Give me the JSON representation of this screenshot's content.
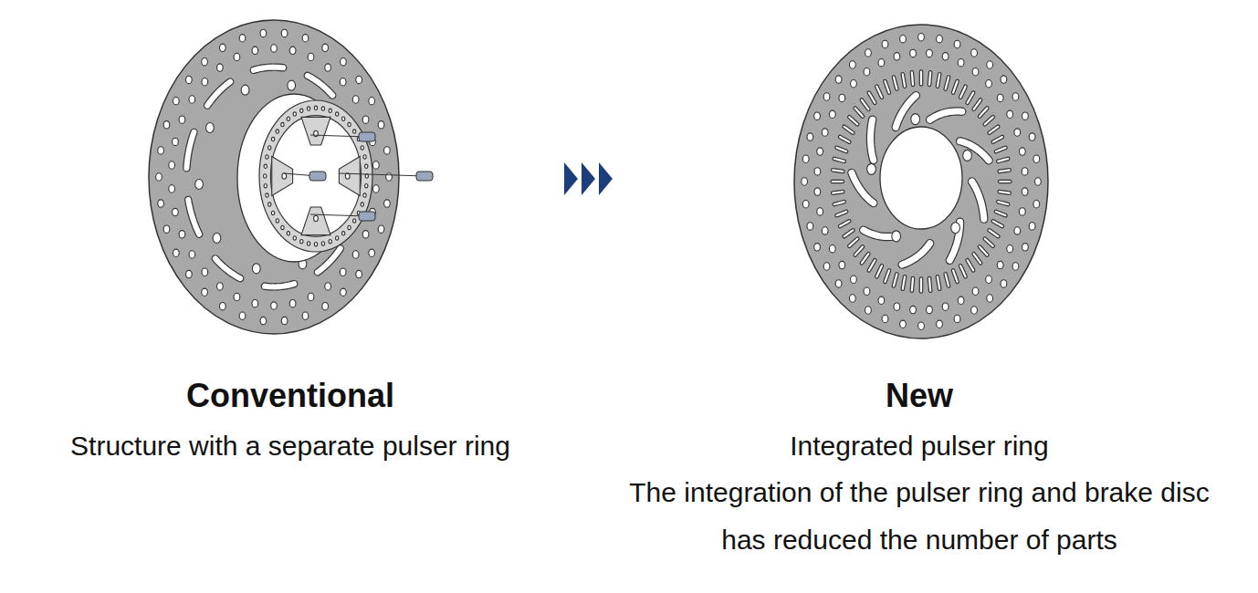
{
  "diagram": {
    "labels": [
      "Conventional",
      "Structure with a separate pulser ring",
      "New",
      "Integrated pulser ring",
      "The integration of the pulser ring and brake disc has reduced the number of parts"
    ]
  }
}
